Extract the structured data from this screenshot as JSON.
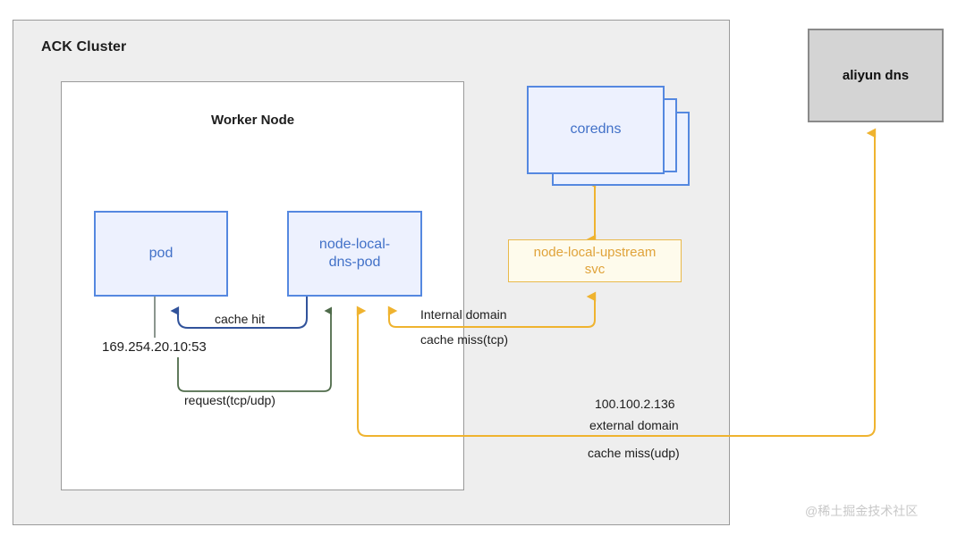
{
  "diagram": {
    "title": "ACK Cluster NodeLocal DNSCache topology",
    "cluster": {
      "label": "ACK Cluster"
    },
    "worker_node": {
      "label": "Worker Node"
    },
    "nodes": {
      "pod": "pod",
      "node_local_dns_pod": "node-local-\ndns-pod",
      "node_local_dns_pod_line1": "node-local-",
      "node_local_dns_pod_line2": "dns-pod",
      "coredns": "coredns",
      "upstream_svc_line1": "node-local-upstream",
      "upstream_svc_line2": "svc",
      "aliyun_dns": "aliyun dns"
    },
    "edge_labels": {
      "cache_hit": "cache hit",
      "local_dns_ip": "169.254.20.10:53",
      "request": "request(tcp/udp)",
      "internal_domain": "Internal domain",
      "cache_miss_tcp": "cache miss(tcp)",
      "external_ip": "100.100.2.136",
      "external_domain": "external domain",
      "cache_miss_udp": "cache miss(udp)"
    },
    "watermark": "@稀土掘金技术社区",
    "colors": {
      "cluster_bg": "#EEEEEE",
      "cluster_border": "#9a9a9a",
      "blue_fill": "#EDF1FE",
      "blue_border": "#5588E0",
      "blue_text": "#4271C8",
      "orange": "#E9B94B",
      "orange_text": "#E0A33A",
      "orange_fill": "#FEFBEC",
      "green_arrow": "#4F6B4A",
      "dark_blue_arrow": "#31539B",
      "gray_line": "#7E8A82",
      "aliyun_fill": "#D4D4D4",
      "aliyun_border": "#8A8A8A"
    }
  }
}
